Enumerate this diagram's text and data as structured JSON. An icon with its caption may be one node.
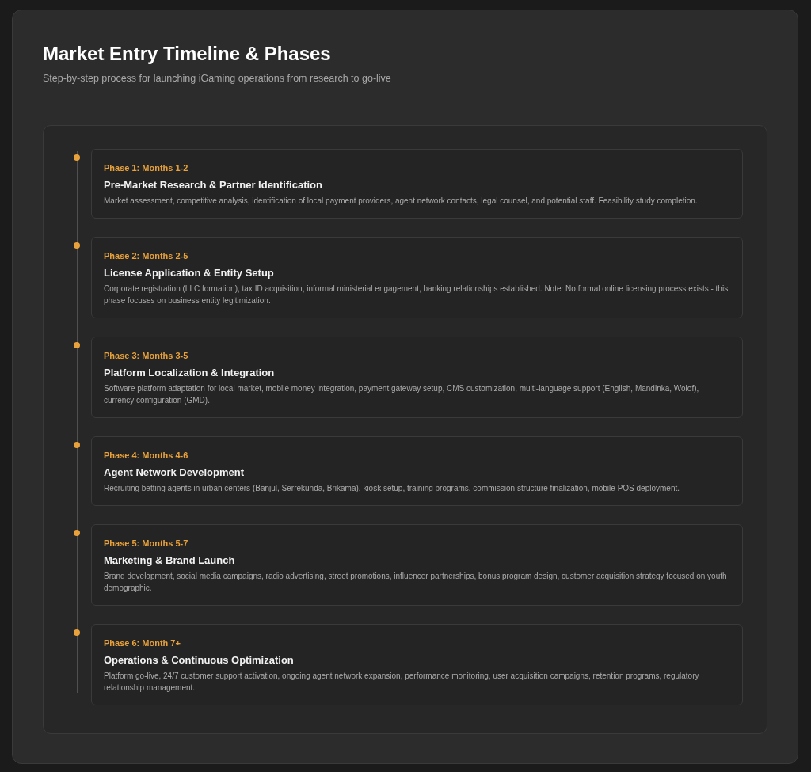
{
  "diagram": {
    "title": "Market Entry Timeline & Phases",
    "nodes": [
      {
        "text": [
          "Phase 1: Months 1-2",
          "Pre-Market Research & Partner Identification",
          "Market assessment, competitive analysis, identification of local payment providers, agent network contacts, legal counsel, and potential staff. Feasibility study completion."
        ]
      },
      {
        "text": [
          "Phase 2: Months 2-5",
          "License Application & Entity Setup",
          "Corporate registration (LLC formation), tax ID acquisition, informal ministerial engagement, banking relationships established. Note: No formal online licensing process exists - this phase focuses on business entity legitimization."
        ]
      },
      {
        "text": [
          "Phase 3: Months 3-5",
          "Platform Localization & Integration",
          "Software platform adaptation for local market, mobile money integration, payment gateway setup, CMS customization, multi-language support (English, Mandinka, Wolof), currency configuration (GMD)."
        ]
      },
      {
        "text": [
          "Phase 4: Months 4-6",
          "Agent Network Development",
          "Recruiting betting agents in urban centers (Banjul, Serrekunda, Brikama), kiosk setup, training programs, commission structure finalization, mobile POS deployment."
        ]
      },
      {
        "text": [
          "Phase 5: Months 5-7",
          "Marketing & Brand Launch",
          "Brand development, social media campaigns, radio advertising, street promotions, influencer partnerships, bonus program design, customer acquisition strategy focused on youth demographic."
        ]
      },
      {
        "text": [
          "Phase 6: Month 7+",
          "Operations & Continuous Optimization",
          "Platform go-live, 24/7 customer support activation, ongoing agent network expansion, performance monitoring, user acquisition campaigns, retention programs, regulatory relationship management."
        ]
      }
    ],
    "labels": [
      "Step-by-step process for launching iGaming operations from research to go-live"
    ]
  }
}
